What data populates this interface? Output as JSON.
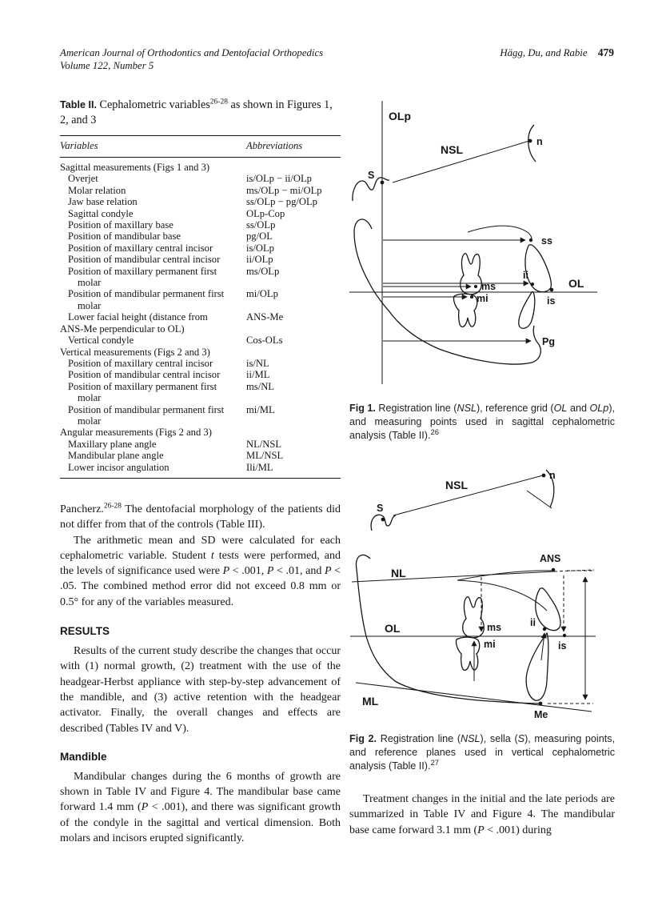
{
  "header": {
    "journal": "American Journal of Orthodontics and Dentofacial Orthopedics",
    "volume": "Volume 122, Number 5",
    "authors": "Hägg, Du, and Rabie",
    "page_number": "479"
  },
  "table": {
    "title_segments": [
      {
        "bs": "Table II."
      },
      {
        "t": " Cephalometric variables"
      },
      {
        "sup": "26-28"
      },
      {
        "t": " as shown in Figures 1, 2, and 3"
      }
    ],
    "columns": [
      "Variables",
      "Abbreviations"
    ],
    "rows": [
      {
        "label": "Sagittal measurements (Figs 1 and 3)",
        "abbr": "",
        "indent": 0
      },
      {
        "label": "Overjet",
        "abbr": "is/OLp − ii/OLp",
        "indent": 1
      },
      {
        "label": "Molar relation",
        "abbr": "ms/OLp − mi/OLp",
        "indent": 1
      },
      {
        "label": "Jaw base relation",
        "abbr": "ss/OLp − pg/OLp",
        "indent": 1
      },
      {
        "label": "Sagittal condyle",
        "abbr": "OLp-Cop",
        "indent": 1
      },
      {
        "label": "Position of maxillary base",
        "abbr": "ss/OLp",
        "indent": 1
      },
      {
        "label": "Position of mandibular base",
        "abbr": "pg/OL",
        "indent": 1
      },
      {
        "label": "Position of maxillary central incisor",
        "abbr": "is/OLp",
        "indent": 1
      },
      {
        "label": "Position of mandibular central incisor",
        "abbr": "ii/OLp",
        "indent": 1
      },
      {
        "label": "Position of maxillary permanent first",
        "label2": "molar",
        "abbr": "ms/OLp",
        "indent": 1,
        "indent2": 2
      },
      {
        "label": "Position of mandibular permanent first",
        "label2": "molar",
        "abbr": "mi/OLp",
        "indent": 1,
        "indent2": 2
      },
      {
        "label": "Lower facial height (distance from",
        "label2": "ANS-Me perpendicular to OL)",
        "abbr": "ANS-Me",
        "indent": 1,
        "indent2": 0
      },
      {
        "label": "Vertical condyle",
        "abbr": "Cos-OLs",
        "indent": 1
      },
      {
        "label": "Vertical measurements (Figs 2 and 3)",
        "abbr": "",
        "indent": 0
      },
      {
        "label": "Position of maxillary central incisor",
        "abbr": "is/NL",
        "indent": 1
      },
      {
        "label": "Position of mandibular central incisor",
        "abbr": "ii/ML",
        "indent": 1
      },
      {
        "label": "Position of maxillary permanent first",
        "label2": "molar",
        "abbr": "ms/NL",
        "indent": 1,
        "indent2": 2
      },
      {
        "label": "Position of mandibular permanent first",
        "label2": "molar",
        "abbr": "mi/ML",
        "indent": 1,
        "indent2": 2
      },
      {
        "label": "Angular measurements (Figs 2 and 3)",
        "abbr": "",
        "indent": 0
      },
      {
        "label": "Maxillary plane angle",
        "abbr": "NL/NSL",
        "indent": 1
      },
      {
        "label": "Mandibular plane angle",
        "abbr": "ML/NSL",
        "indent": 1
      },
      {
        "label": "Lower incisor angulation",
        "abbr": "Ili/ML",
        "indent": 1
      }
    ]
  },
  "body": {
    "p1": [
      {
        "t": "Pancherz."
      },
      {
        "sup": "26-28"
      },
      {
        "t": " The dentofacial morphology of the patients did not differ from that of the controls (Table III)."
      }
    ],
    "p2": [
      {
        "t": "The arithmetic mean and SD were calculated for each cephalometric variable. Student "
      },
      {
        "i": "t"
      },
      {
        "t": " tests were performed, and the levels of significance used were "
      },
      {
        "i": "P"
      },
      {
        "t": " < .001, "
      },
      {
        "i": "P"
      },
      {
        "t": " < .01, and "
      },
      {
        "i": "P"
      },
      {
        "t": " < .05. The combined method error did not exceed 0.8 mm or 0.5° for any of the variables measured."
      }
    ],
    "results_heading": "RESULTS",
    "results_p": [
      {
        "t": "Results of the current study describe the changes that occur with (1) normal growth, (2) treatment with the use of the headgear-Herbst appliance with step-by-step advancement of the mandible, and (3) active retention with the headgear activator. Finally, the overall changes and effects are described (Tables IV and V)."
      }
    ],
    "mandible_heading": "Mandible",
    "mandible_p": [
      {
        "t": "Mandibular changes during the 6 months of growth are shown in Table IV and Figure 4. The mandibular base came forward 1.4 mm ("
      },
      {
        "i": "P"
      },
      {
        "t": " < .001), and there was significant growth of the condyle in the sagittal and vertical dimension. Both molars and incisors erupted significantly."
      }
    ]
  },
  "figures": {
    "fig1": {
      "caption": [
        {
          "b": "Fig 1."
        },
        {
          "t": " Registration line ("
        },
        {
          "i": "NSL"
        },
        {
          "t": "), reference grid ("
        },
        {
          "i": "OL"
        },
        {
          "t": " and "
        },
        {
          "i": "OLp"
        },
        {
          "t": "), and measuring points used in sagittal cephalometric analysis (Table II)."
        },
        {
          "sup": "26"
        }
      ],
      "labels": {
        "olp": "OLp",
        "nsl": "NSL",
        "n": "n",
        "s": "S",
        "ss": "ss",
        "ms": "ms",
        "mi": "mi",
        "ii": "ii",
        "is": "is",
        "ol": "OL",
        "pg": "Pg"
      }
    },
    "fig2": {
      "caption": [
        {
          "b": "Fig 2."
        },
        {
          "t": " Registration line ("
        },
        {
          "i": "NSL"
        },
        {
          "t": "), sella ("
        },
        {
          "i": "S"
        },
        {
          "t": "), measuring points, and reference planes used in vertical cephalometric analysis (Table II)."
        },
        {
          "sup": "27"
        }
      ],
      "labels": {
        "nsl": "NSL",
        "n": "n",
        "s": "S",
        "nl": "NL",
        "ans": "ANS",
        "ol": "OL",
        "ms": "ms",
        "mi": "mi",
        "ii": "ii",
        "is": "is",
        "ml": "ML",
        "me": "Me"
      }
    },
    "after_fig2_p": [
      {
        "t": "Treatment changes in the initial and the late periods are summarized in Table IV and Figure 4. The mandibular base came forward 3.1 mm ("
      },
      {
        "i": "P"
      },
      {
        "t": " < .001) during"
      }
    ]
  }
}
